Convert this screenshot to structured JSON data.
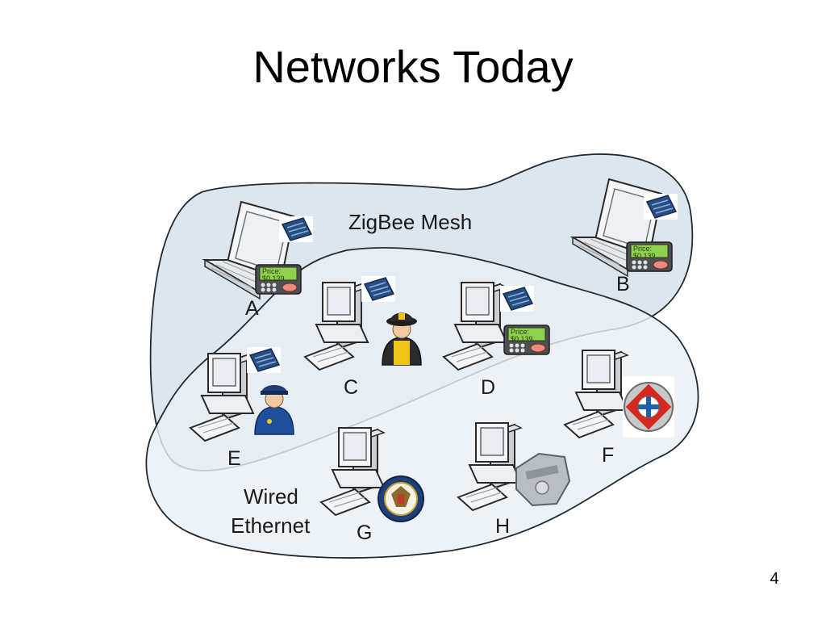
{
  "slide": {
    "title": "Networks Today",
    "page_number": "4"
  },
  "networks": {
    "zigbee_label": "ZigBee Mesh",
    "wired_label_line1": "Wired",
    "wired_label_line2": "Ethernet"
  },
  "nodes": [
    {
      "id": "A",
      "label": "A",
      "device": "laptop",
      "zigbee_module": true,
      "price_display": true,
      "badge": "none"
    },
    {
      "id": "B",
      "label": "B",
      "device": "laptop",
      "zigbee_module": true,
      "price_display": true,
      "badge": "none"
    },
    {
      "id": "C",
      "label": "C",
      "device": "desktop",
      "zigbee_module": true,
      "price_display": false,
      "badge": "firefighter-icon"
    },
    {
      "id": "D",
      "label": "D",
      "device": "desktop",
      "zigbee_module": true,
      "price_display": true,
      "badge": "none"
    },
    {
      "id": "E",
      "label": "E",
      "device": "desktop",
      "zigbee_module": true,
      "price_display": false,
      "badge": "police-officer-icon"
    },
    {
      "id": "F",
      "label": "F",
      "device": "desktop",
      "zigbee_module": false,
      "price_display": false,
      "badge": "fire-rescue-emblem-icon"
    },
    {
      "id": "G",
      "label": "G",
      "device": "desktop",
      "zigbee_module": false,
      "price_display": false,
      "badge": "government-seal-icon"
    },
    {
      "id": "H",
      "label": "H",
      "device": "desktop",
      "zigbee_module": false,
      "price_display": false,
      "badge": "police-badge-icon"
    }
  ],
  "price_display": {
    "line1": "Price:",
    "line2": "$0.139"
  },
  "colors": {
    "zigbee_fill": "#dbe6ee",
    "wired_fill": "#e8eff4",
    "outline": "#1f2a33",
    "lcd_green": "#8fd14f",
    "module_blue": "#274f86"
  }
}
